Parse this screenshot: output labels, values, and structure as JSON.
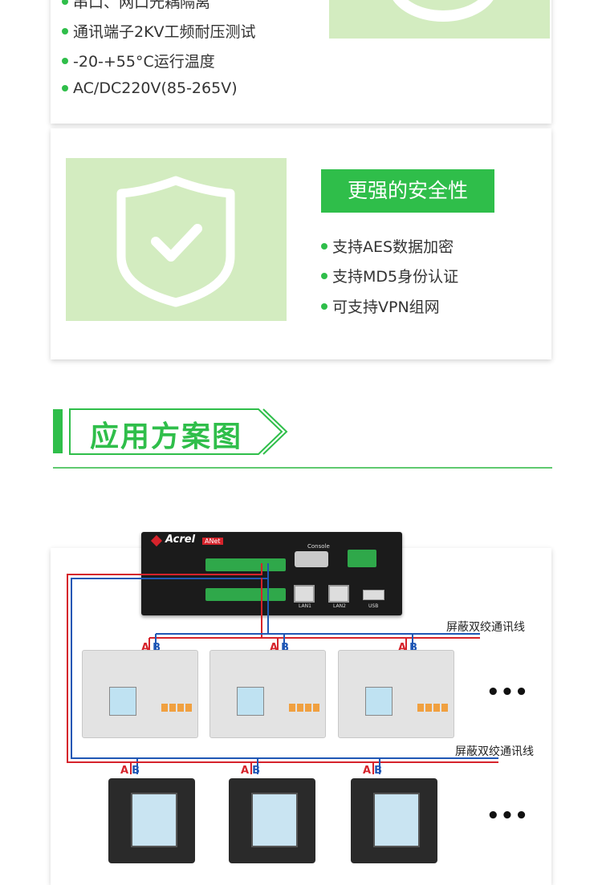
{
  "features_top": {
    "bullets": [
      "串口、网口光耦隔离",
      "通讯端子2KV工频耐压测试",
      "-20-+55°C运行温度",
      "AC/DC220V(85-265V)"
    ]
  },
  "security": {
    "icon": "shield-check-icon",
    "title": "更强的安全性",
    "bullets": [
      "支持AES数据加密",
      "支持MD5身份认证",
      "可支持VPN组网"
    ]
  },
  "application": {
    "heading": "应用方案图"
  },
  "diagram": {
    "gateway_brand": "Acrel",
    "gateway_model": "ANet",
    "console_label": "Console",
    "lan1_label": "LAN1",
    "lan2_label": "LAN2",
    "usb_label": "USB",
    "cable_label_1": "屏蔽双绞通讯线",
    "cable_label_2": "屏蔽双绞通讯线",
    "term_a": "A",
    "term_b": "B",
    "more": "•••"
  },
  "colors": {
    "accent": "#2fbe4a",
    "panel": "#d3ecc0",
    "wire_red": "#d6232b",
    "wire_blue": "#1f57b5"
  }
}
